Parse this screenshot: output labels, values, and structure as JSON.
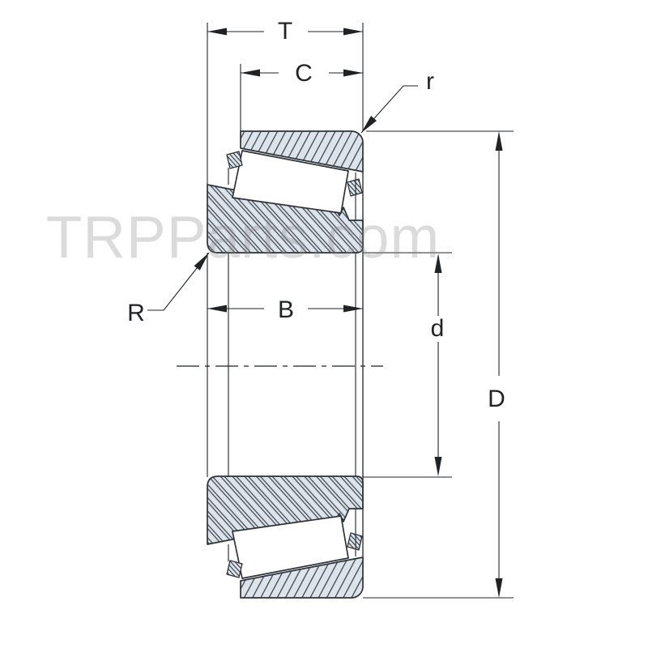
{
  "page": {
    "background": "#ffffff"
  },
  "watermark": {
    "text": "TRPParts.com",
    "color": "#8a8a8a",
    "opacity": "0.3"
  },
  "diagram": {
    "type": "tapered-roller-bearing-cross-section",
    "labels": {
      "T": "T",
      "C": "C",
      "r": "r",
      "R": "R",
      "B": "B",
      "d": "d",
      "D": "D"
    },
    "colors": {
      "section_fill": "#dde3eb",
      "hatch": "#3a4047",
      "outline": "#2d3238",
      "dimension": "#1f2326"
    }
  }
}
